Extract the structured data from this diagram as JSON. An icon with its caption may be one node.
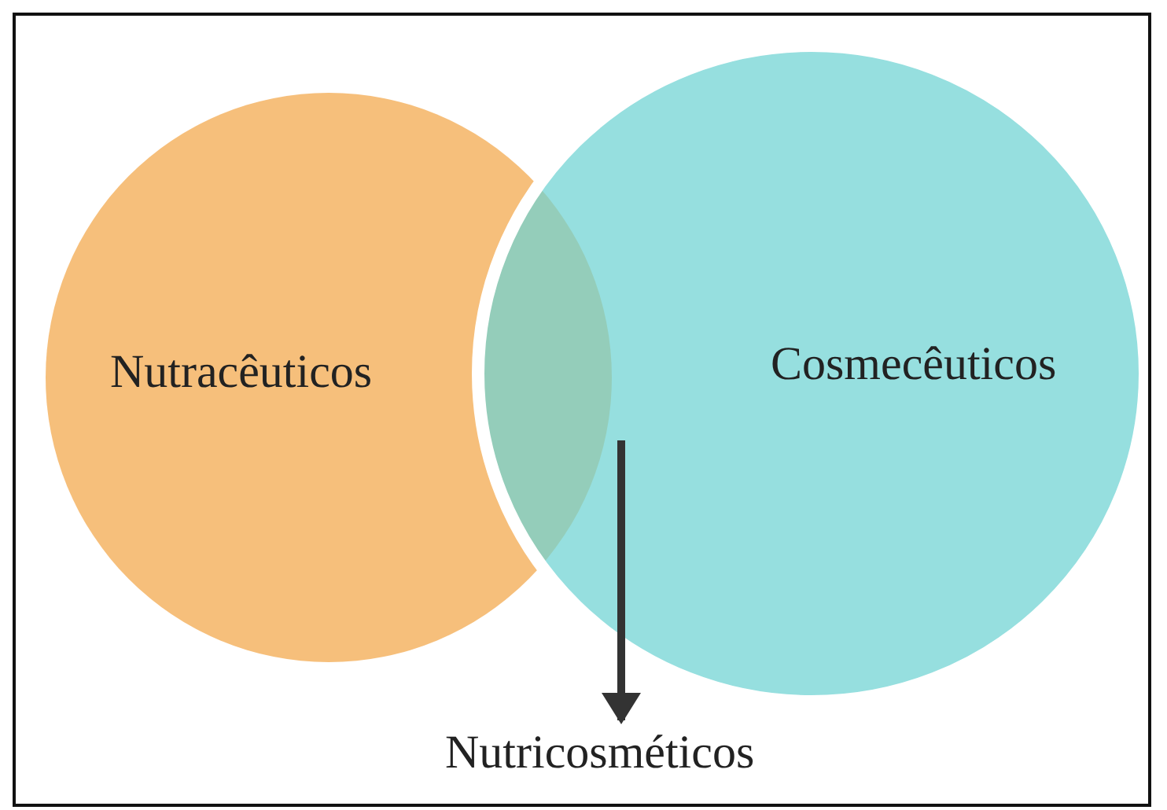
{
  "diagram": {
    "nodes": [
      {
        "text": [
          "Nutracêuticos"
        ]
      },
      {
        "text": [
          "Cosmecêuticos"
        ]
      },
      {
        "text": [
          "Nutricosméticos"
        ]
      }
    ],
    "edges": [
      {
        "from": 1,
        "to": 2,
        "arrow": "to"
      }
    ]
  }
}
